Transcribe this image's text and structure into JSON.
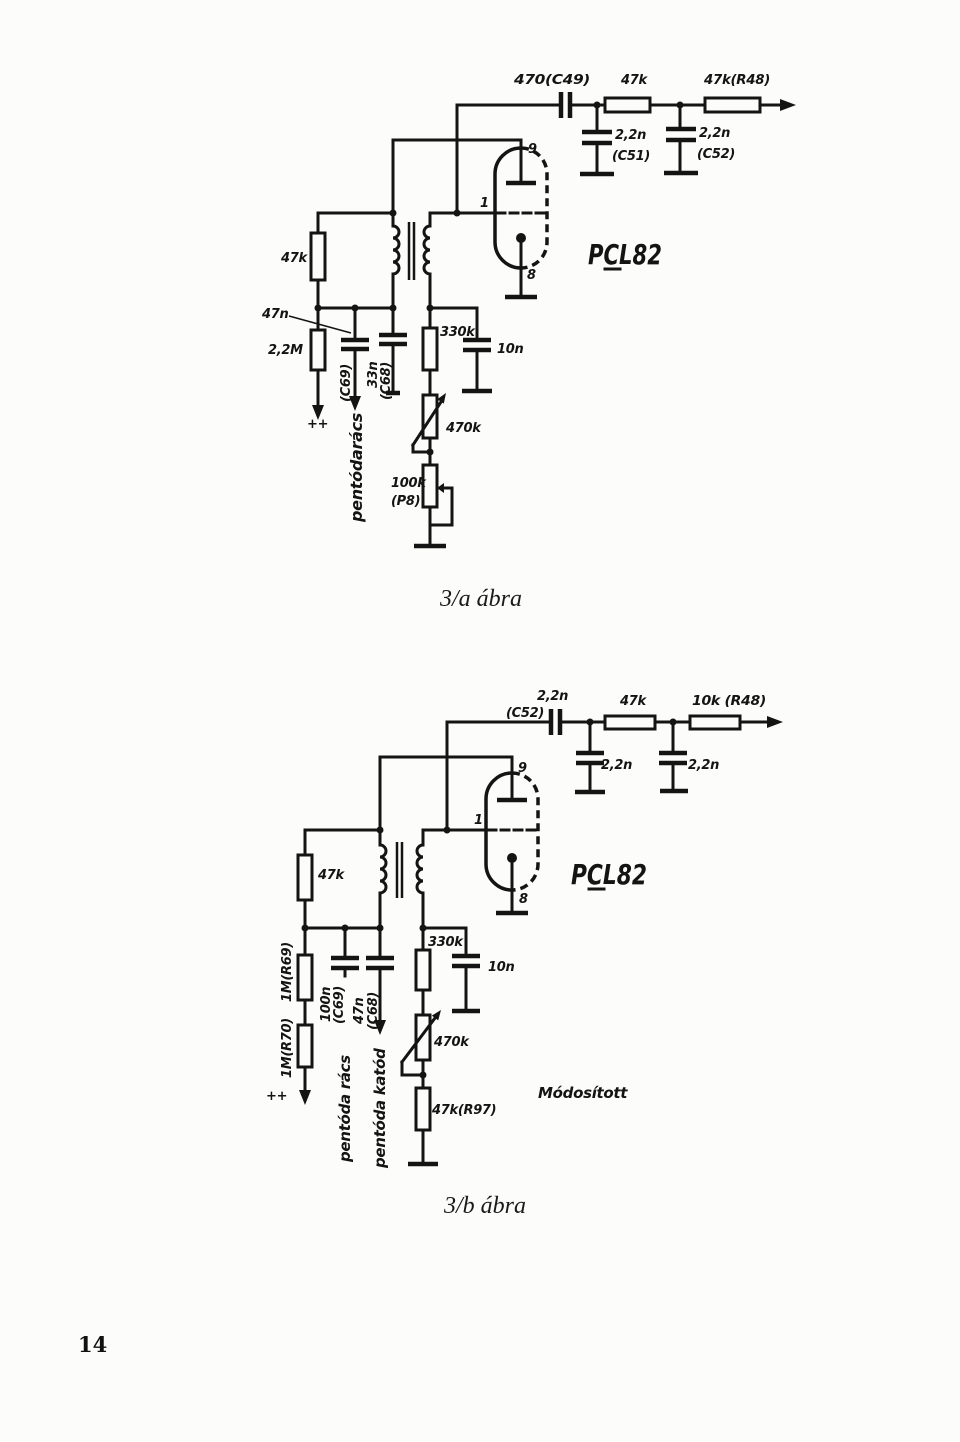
{
  "page_number": "14",
  "figure_a": {
    "caption": "3/a ábra",
    "tube_name": "PCL82",
    "pin_anode": "9",
    "pin_grid": "1",
    "pin_cathode": "8",
    "c49": "470(C49)",
    "r_series": "47k",
    "r48": "47k(R48)",
    "c51_value": "2,2n",
    "c51_ref": "(C51)",
    "c52_value": "2,2n",
    "c52_ref": "(C52)",
    "r_plate": "47k",
    "c69_value": "47n",
    "r_grid": "2,2M",
    "c69_ref": "(C69)",
    "c68_value": "33n",
    "c68_ref": "(C68)",
    "r_cathode": "330k",
    "c_cathode": "10n",
    "supply": "++",
    "pot": "470k",
    "p8_value": "100k",
    "p8_ref": "(P8)",
    "pentode_grid": "pentódarács"
  },
  "figure_b": {
    "caption": "3/b ábra",
    "tube_name": "PCL82",
    "pin_anode": "9",
    "pin_grid": "1",
    "pin_cathode": "8",
    "c52_value": "2,2n",
    "c52_ref": "(C52)",
    "r_series": "47k",
    "r48": "10k (R48)",
    "c_shunt1": "2,2n",
    "c_shunt2": "2,2n",
    "r_plate": "47k",
    "r_cathode": "330k",
    "c_cathode": "10n",
    "r69": "1M(R69)",
    "c69_value": "100n",
    "c69_ref": "(C69)",
    "c68_value": "47n",
    "c68_ref": "(C68)",
    "r70": "1M(R70)",
    "pot": "470k",
    "supply": "++",
    "pentode_grid": "pentóda rács",
    "pentode_cathode": "pentóda katód",
    "r97": "47k(R97)",
    "note": "Módosított"
  }
}
